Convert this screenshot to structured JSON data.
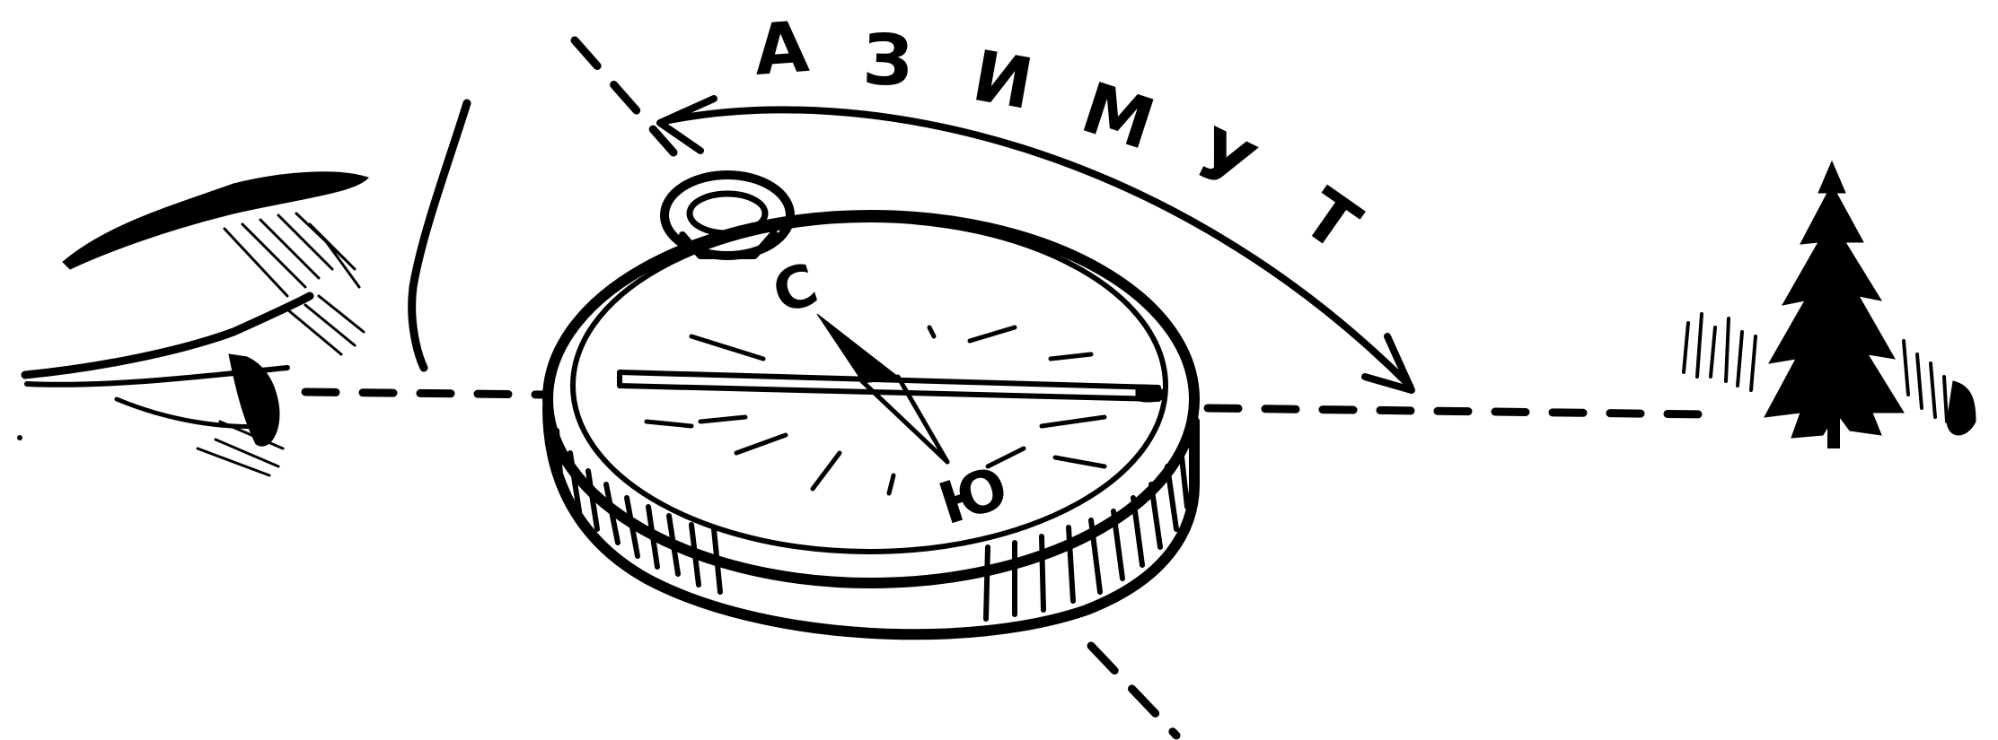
{
  "diagram": {
    "azimuth_letters": [
      "А",
      "З",
      "И",
      "М",
      "У",
      "Т"
    ],
    "compass_marks": {
      "north": "С",
      "south": "Ю"
    }
  }
}
